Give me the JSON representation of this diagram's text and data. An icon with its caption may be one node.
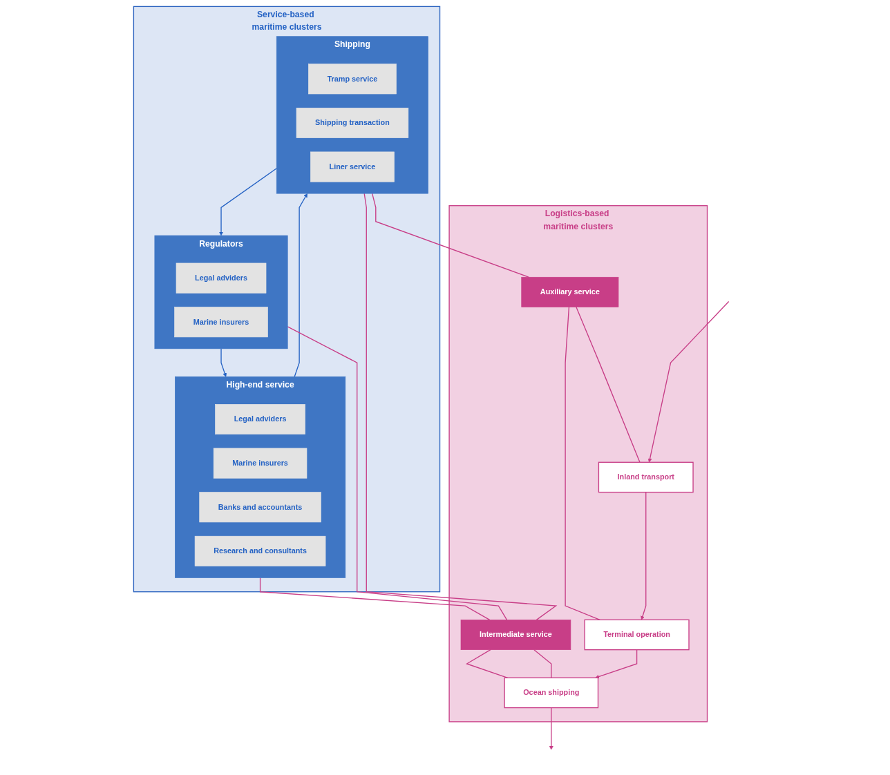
{
  "diagram": {
    "nodes": [
      {
        "text": [
          "Service-based maritime clusters"
        ]
      },
      {
        "text": [
          "High-end service"
        ],
        "in": 0
      },
      {
        "text": [
          "Legal adviders"
        ],
        "in": 1
      },
      {
        "text": [
          "Marine insurers"
        ],
        "in": 1
      },
      {
        "text": [
          "Banks and accountants"
        ],
        "in": 1
      },
      {
        "text": [
          "Research and consultants"
        ],
        "in": 1
      },
      {
        "text": [
          "Regulators"
        ],
        "in": 0
      },
      {
        "text": [
          "Legal adviders"
        ],
        "in": 6
      },
      {
        "text": [
          "Marine insurers"
        ],
        "in": 6
      },
      {
        "text": [
          "Shipping"
        ],
        "in": 0
      },
      {
        "text": [
          "Tramp service"
        ],
        "in": 9
      },
      {
        "text": [
          "Shipping transaction"
        ],
        "in": 9
      },
      {
        "text": [
          "Liner service"
        ],
        "in": 9
      },
      {
        "text": [
          "Logistics-based maritime clusters"
        ]
      },
      {
        "text": [
          "Auxiliary service"
        ],
        "in": 13
      },
      {
        "text": [
          "Intermediate service"
        ],
        "in": 13
      },
      {
        "text": [
          "Inland transport"
        ],
        "in": 13
      },
      {
        "text": [
          "Terminal operation"
        ],
        "in": 13
      },
      {
        "text": [
          "Ocean shipping"
        ],
        "in": 13
      }
    ],
    "edges": [
      {
        "from": 6,
        "to": 1,
        "arrow": "to",
        "color": "#2462c4"
      },
      {
        "from": 1,
        "to": 9,
        "arrow": "to",
        "color": "#2462c4"
      },
      {
        "from": 9,
        "to": 6,
        "arrow": "to",
        "color": "#2462c4"
      },
      {
        "from": 1,
        "to": 15,
        "arrow": "none"
      },
      {
        "from": 6,
        "to": 15,
        "arrow": "none"
      },
      {
        "from": 9,
        "to": 14,
        "arrow": "none"
      },
      {
        "from": 9,
        "to": 15,
        "arrow": "none"
      },
      {
        "from": 14,
        "to": 16,
        "arrow": "none"
      },
      {
        "from": 14,
        "to": 17,
        "arrow": "none"
      },
      {
        "from": 15,
        "to": 18,
        "arrow": "none"
      },
      {
        "from": 15,
        "to": 18,
        "arrow": "none"
      },
      {
        "from": null,
        "to": 16,
        "arrow": "to"
      },
      {
        "from": 16,
        "to": 17,
        "arrow": "to"
      },
      {
        "from": 17,
        "to": 18,
        "arrow": "to"
      },
      {
        "from": 18,
        "to": null,
        "arrow": "to"
      }
    ]
  }
}
